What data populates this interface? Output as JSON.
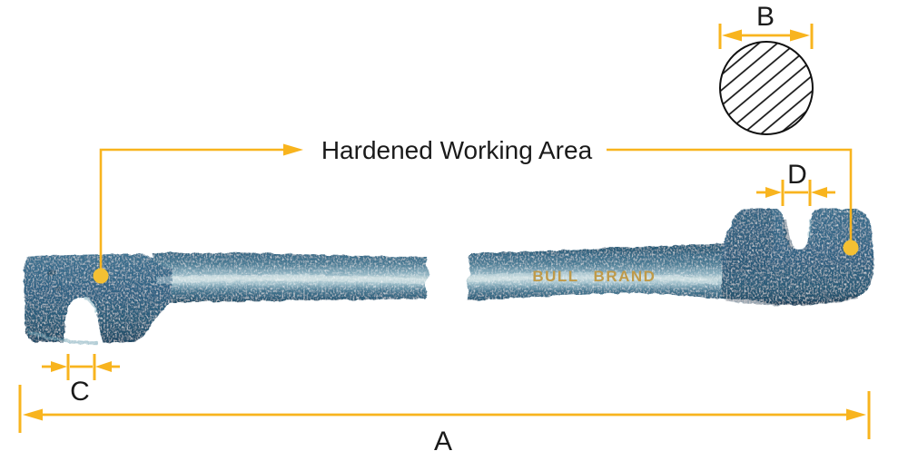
{
  "annotation": {
    "hardened_label": "Hardened Working Area"
  },
  "dimensions": {
    "overall_length_label": "A",
    "bar_diameter_label": "B",
    "left_claw_width_label": "C",
    "right_claw_width_label": "D"
  },
  "brand": {
    "word1": "BULL",
    "word2": "BRAND"
  },
  "colors": {
    "dimension_accent": "#F8B41E",
    "leader_dot": "#F4C033",
    "tool_body_blue": "#39708D",
    "label_text": "#1A1A1A",
    "brand_gold": "#BF9A4A",
    "outline_black": "#111111",
    "background": "#FFFFFF"
  }
}
